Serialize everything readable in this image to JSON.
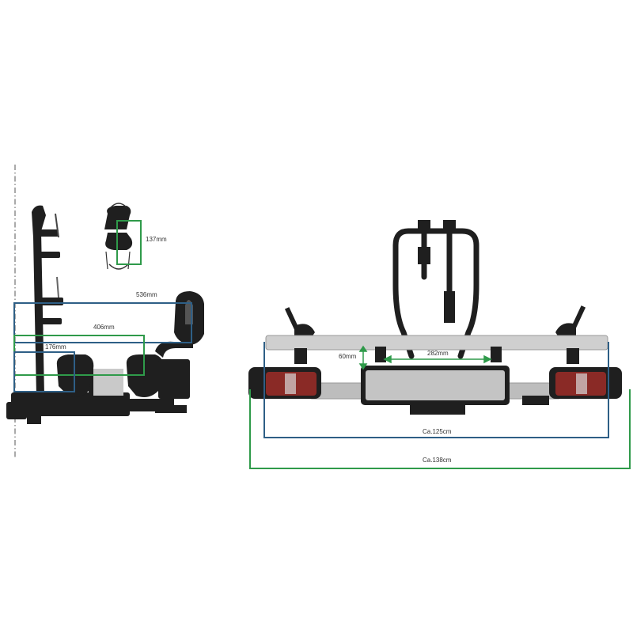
{
  "colors": {
    "blue_dimension": "#2e5f86",
    "green_dimension": "#2f9a4a",
    "frame_dark": "#1f1f1f",
    "rail_silver": "#c9c9c9",
    "lamp_red": "#8a2a26",
    "plate_grey": "#c4c4c4"
  },
  "side_view": {
    "dimensions": {
      "wheel_holder_height": "137mm",
      "outer_wheel_distance": "536mm",
      "middle_wheel_distance": "406mm",
      "inner_wheel_distance": "176mm"
    }
  },
  "front_view": {
    "dimensions": {
      "rail_height": "60mm",
      "plate_holder_width": "282mm",
      "lamp_width": "Ca.125cm",
      "total_width": "Ca.138cm"
    }
  }
}
